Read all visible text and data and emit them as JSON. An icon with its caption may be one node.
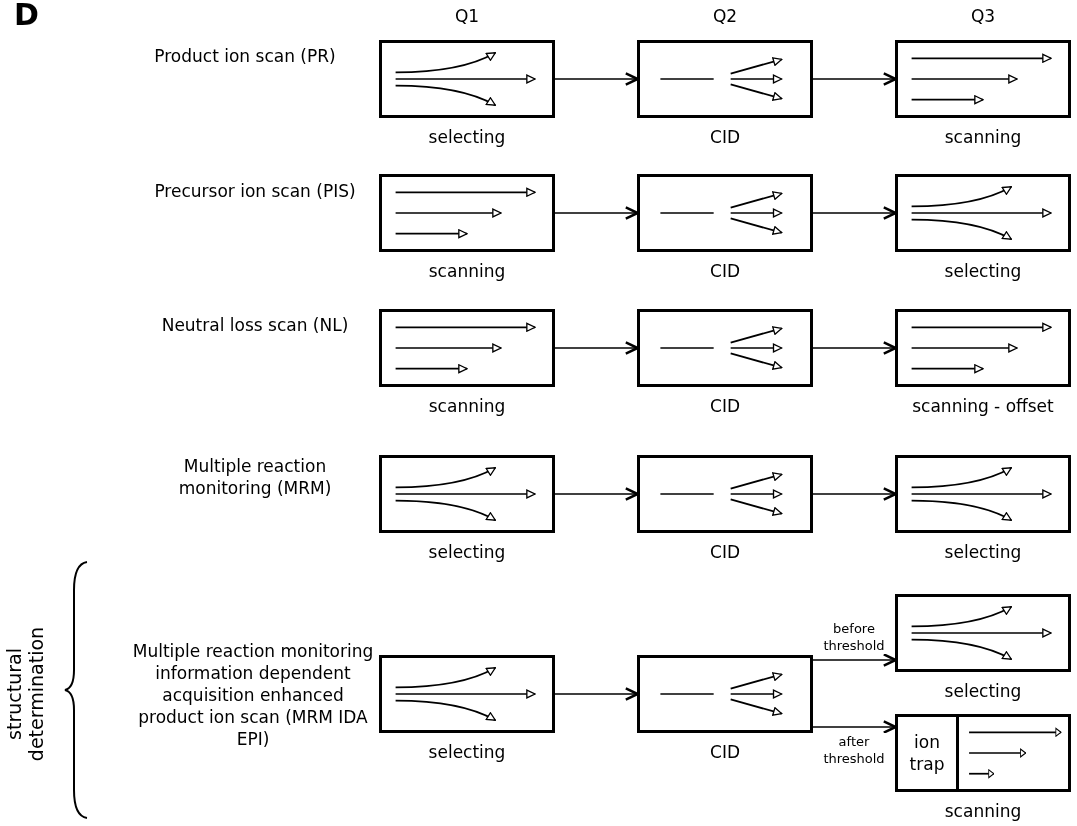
{
  "diagram": {
    "nodes": [
      {
        "text": [],
        "shape": "box",
        "beside": [
          "selecting"
        ]
      },
      {
        "text": [],
        "shape": "box",
        "beside": [
          "CID"
        ]
      },
      {
        "text": [],
        "shape": "box",
        "beside": [
          "scanning"
        ]
      },
      {
        "text": [],
        "shape": "box",
        "beside": [
          "scanning"
        ]
      },
      {
        "text": [],
        "shape": "box",
        "beside": [
          "CID"
        ]
      },
      {
        "text": [],
        "shape": "box",
        "beside": [
          "selecting"
        ]
      },
      {
        "text": [],
        "shape": "box",
        "beside": [
          "scanning"
        ]
      },
      {
        "text": [],
        "shape": "box",
        "beside": [
          "CID"
        ]
      },
      {
        "text": [],
        "shape": "box",
        "beside": [
          "scanning - offset"
        ]
      },
      {
        "text": [],
        "shape": "box",
        "beside": [
          "selecting"
        ]
      },
      {
        "text": [],
        "shape": "box",
        "beside": [
          "CID"
        ]
      },
      {
        "text": [],
        "shape": "box",
        "beside": [
          "selecting"
        ]
      },
      {
        "text": [],
        "shape": "box",
        "beside": [
          "selecting"
        ]
      },
      {
        "text": [],
        "shape": "box",
        "beside": [
          "CID"
        ]
      },
      {
        "text": [],
        "shape": "box",
        "beside": [
          "selecting"
        ]
      },
      {
        "text": [
          "ion trap"
        ],
        "beside": [
          "scanning"
        ]
      }
    ],
    "edges": [
      {
        "from": 0,
        "to": 1,
        "arrow": "to"
      },
      {
        "from": 1,
        "to": 2,
        "arrow": "to"
      },
      {
        "from": 3,
        "to": 4,
        "arrow": "to"
      },
      {
        "from": 4,
        "to": 5,
        "arrow": "to"
      },
      {
        "from": 6,
        "to": 7,
        "arrow": "to"
      },
      {
        "from": 7,
        "to": 8,
        "arrow": "to"
      },
      {
        "from": 9,
        "to": 10,
        "arrow": "to"
      },
      {
        "from": 10,
        "to": 11,
        "arrow": "to"
      },
      {
        "from": 12,
        "to": 13,
        "arrow": "to"
      },
      {
        "from": 13,
        "to": 14,
        "arrow": "to",
        "label": "before threshold"
      },
      {
        "from": 13,
        "to": 15,
        "arrow": "to",
        "label": "after threshold"
      }
    ],
    "labels": [
      "D",
      "Q1",
      "Q2",
      "Q3",
      "Product ion scan (PR)",
      "Precursor ion scan (PIS)",
      "Neutral loss scan (NL)",
      "Multiple reaction monitoring (MRM)",
      "structural determination",
      "Multiple reaction monitoring information dependent acquisition enhanced product ion scan (MRM IDA EPI)"
    ]
  }
}
